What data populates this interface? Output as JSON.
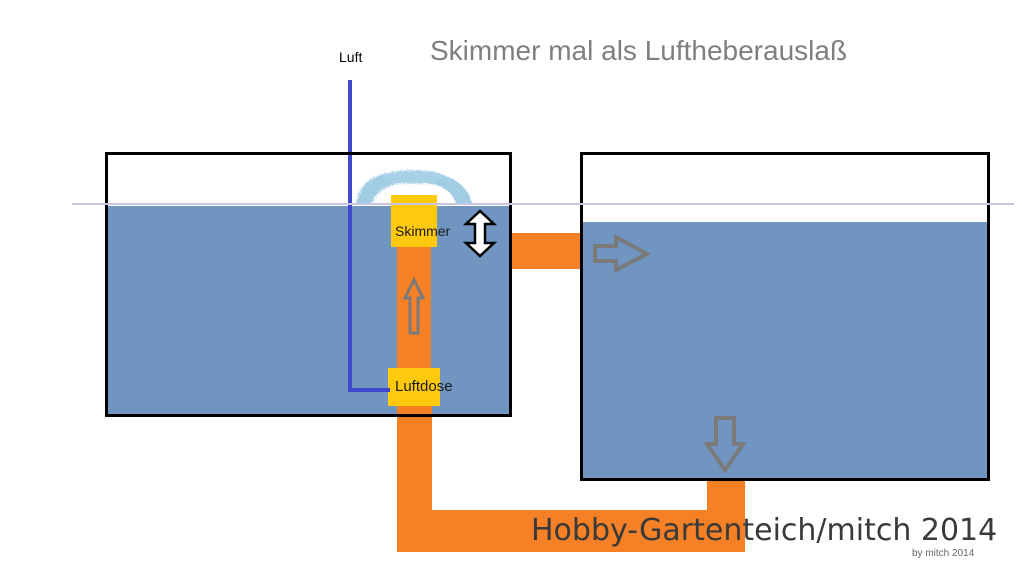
{
  "diagram": {
    "title": "Skimmer mal als Luftheberauslaß",
    "labels": {
      "air": "Luft",
      "skimmer": "Skimmer",
      "air_box": "Luftdose"
    },
    "watermark": "Hobby-Gartenteich/mitch 2014",
    "credit": "by mitch 2014"
  },
  "colors": {
    "water": "#6f95c0",
    "pipe": "#f58025",
    "device": "#ffc90e",
    "air_line": "#3f48cc",
    "water_level_line": "#c8c4e4",
    "tank_border": "#000000",
    "bubbles": "#8fc3df"
  },
  "icons": {
    "flow_arrows": "outline-arrow",
    "height_adjust": "double-headed-arrow"
  }
}
